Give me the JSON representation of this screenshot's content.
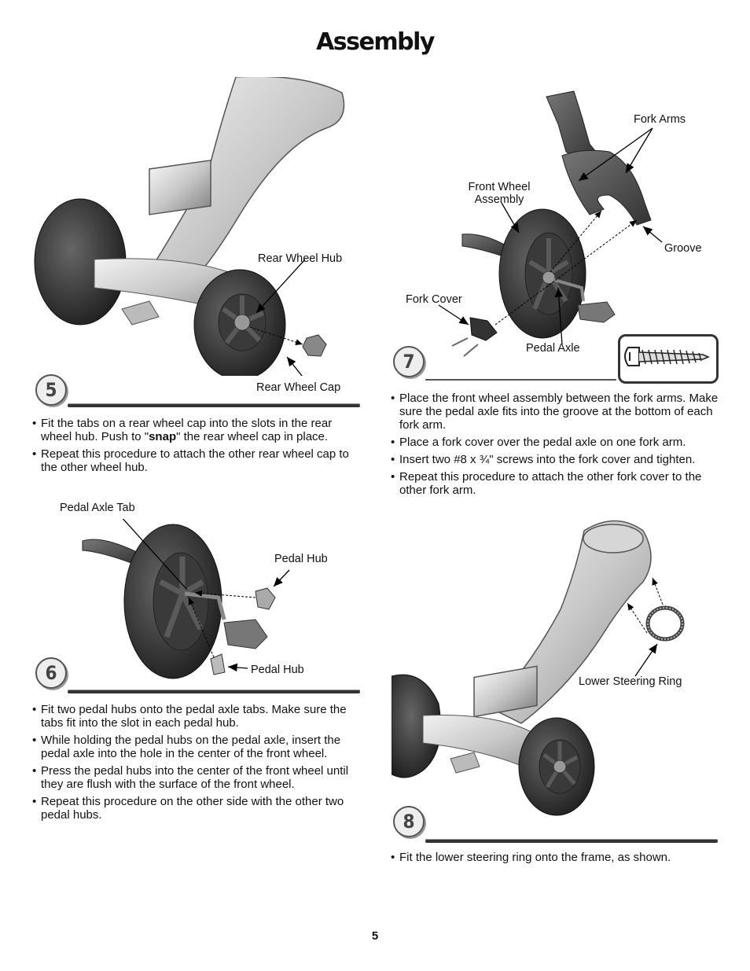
{
  "page": {
    "title": "Assembly",
    "page_number": "5"
  },
  "step5": {
    "number": "5",
    "labels": {
      "rear_wheel_hub": "Rear Wheel Hub",
      "rear_wheel_cap": "Rear Wheel Cap"
    },
    "instructions": {
      "item1_before": "Fit the tabs on a rear wheel cap into the slots in the rear wheel hub. Push to \"",
      "item1_bold": "snap",
      "item1_after": "\" the rear wheel cap in place.",
      "item2": "Repeat this procedure to attach the other rear wheel cap to the other wheel hub."
    }
  },
  "step6": {
    "number": "6",
    "labels": {
      "pedal_axle_tab": "Pedal Axle Tab",
      "pedal_hub_top": "Pedal Hub",
      "pedal_hub_bottom": "Pedal Hub"
    },
    "instructions": [
      "Fit two pedal hubs onto the pedal axle tabs. Make sure the tabs fit into the slot in each pedal hub.",
      "While holding the pedal hubs on the pedal axle, insert the pedal axle into the hole in the center of the front wheel.",
      "Press the pedal hubs into the center of the front wheel until they are flush with the surface of the front wheel.",
      "Repeat this procedure on the other side with the other two pedal hubs."
    ]
  },
  "step7": {
    "number": "7",
    "labels": {
      "fork_arms": "Fork Arms",
      "front_wheel_assembly": "Front Wheel Assembly",
      "groove": "Groove",
      "fork_cover": "Fork Cover",
      "pedal_axle": "Pedal Axle"
    },
    "instructions": [
      "Place the front wheel assembly between the fork arms. Make sure the pedal axle fits into the groove at the bottom of each fork arm.",
      "Place a fork cover over the pedal axle on one fork arm.",
      "Insert two #8 x ¾\" screws into the fork cover and tighten.",
      "Repeat this procedure to attach the other fork cover to the other fork arm."
    ]
  },
  "step8": {
    "number": "8",
    "labels": {
      "lower_steering_ring": "Lower Steering Ring"
    },
    "instructions": [
      "Fit the lower steering ring onto the frame, as shown."
    ]
  }
}
